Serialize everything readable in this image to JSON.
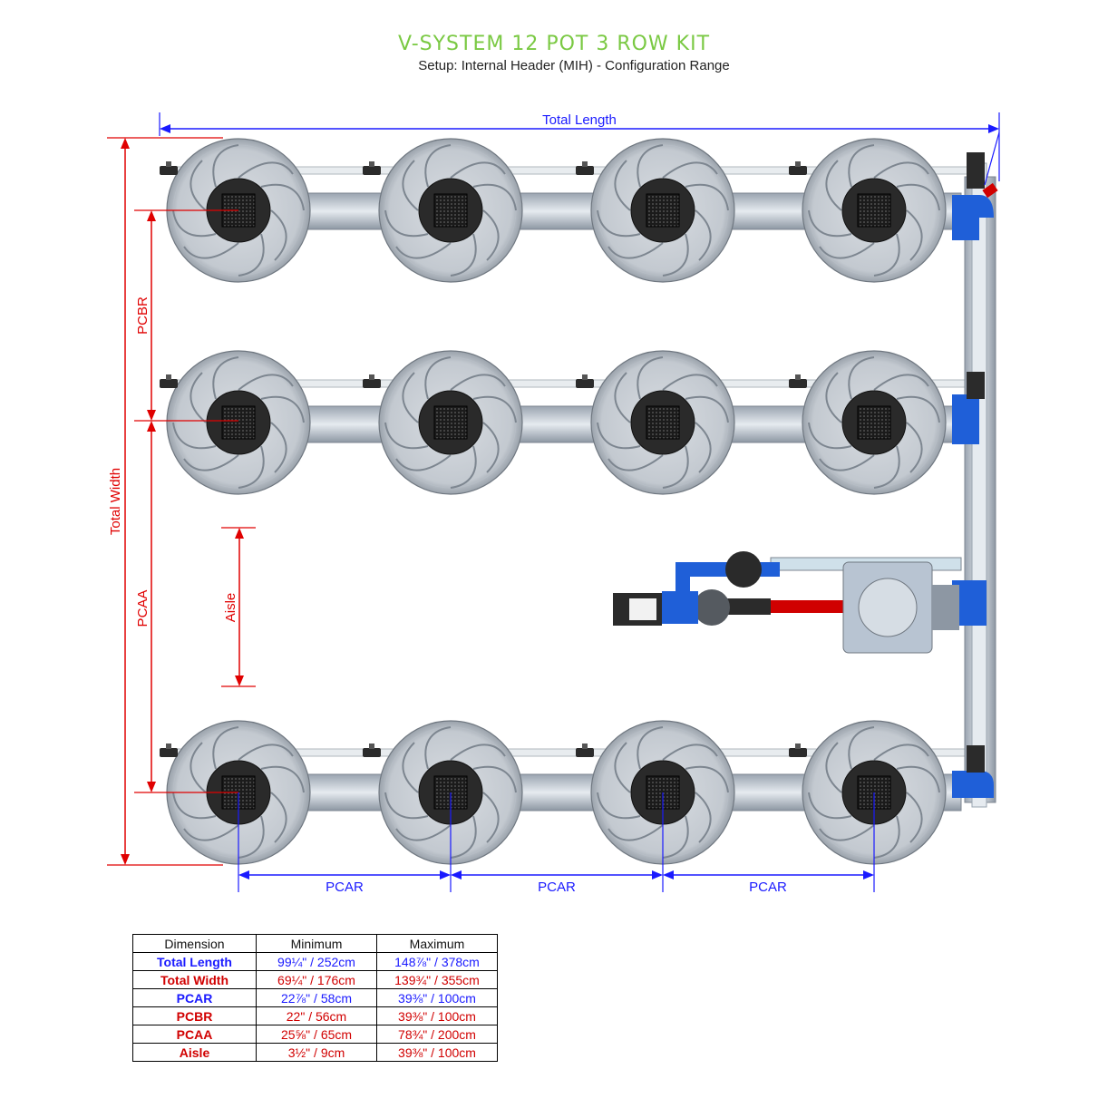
{
  "header": {
    "title": "V-SYSTEM 12 POT 3 ROW KIT",
    "subtitle": "Setup: Internal Header (MIH) - Configuration Range"
  },
  "labels": {
    "total_length": "Total Length",
    "total_width": "Total Width",
    "pcbr": "PCBR",
    "pcaa": "PCAA",
    "aisle": "Aisle",
    "pcar": "PCAR"
  },
  "colors": {
    "title_green": "#7ac943",
    "dim_blue": "#1a1aff",
    "dim_red": "#e00000",
    "pipe_blue": "#1f5fd8"
  },
  "table": {
    "headers": [
      "Dimension",
      "Minimum",
      "Maximum"
    ],
    "rows": [
      {
        "name": "Total Length",
        "min": "99¼\" / 252cm",
        "max": "148⅞\" / 378cm",
        "color": "blue"
      },
      {
        "name": "Total Width",
        "min": "69¼\" / 176cm",
        "max": "139¾\" / 355cm",
        "color": "red"
      },
      {
        "name": "PCAR",
        "min": "22⅞\" / 58cm",
        "max": "39⅜\" / 100cm",
        "color": "blue"
      },
      {
        "name": "PCBR",
        "min": "22\" / 56cm",
        "max": "39⅜\" / 100cm",
        "color": "red"
      },
      {
        "name": "PCAA",
        "min": "25⅝\" / 65cm",
        "max": "78¾\" / 200cm",
        "color": "red"
      },
      {
        "name": "Aisle",
        "min": "3½\" / 9cm",
        "max": "39⅜\" / 100cm",
        "color": "red"
      }
    ]
  }
}
